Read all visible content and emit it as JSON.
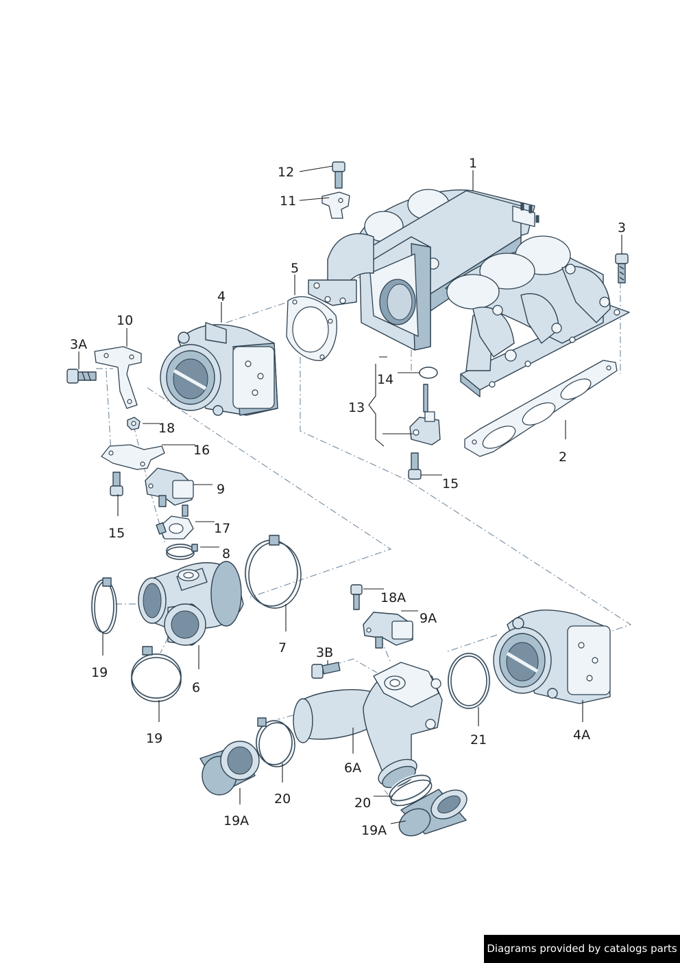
{
  "diagram": {
    "callouts": [
      {
        "id": "1",
        "text": "1"
      },
      {
        "id": "2",
        "text": "2"
      },
      {
        "id": "3",
        "text": "3"
      },
      {
        "id": "3A",
        "text": "3A"
      },
      {
        "id": "3B",
        "text": "3B"
      },
      {
        "id": "4",
        "text": "4"
      },
      {
        "id": "4A",
        "text": "4A"
      },
      {
        "id": "5",
        "text": "5"
      },
      {
        "id": "6",
        "text": "6"
      },
      {
        "id": "6A",
        "text": "6A"
      },
      {
        "id": "7",
        "text": "7"
      },
      {
        "id": "8",
        "text": "8"
      },
      {
        "id": "9",
        "text": "9"
      },
      {
        "id": "9A",
        "text": "9A"
      },
      {
        "id": "10",
        "text": "10"
      },
      {
        "id": "11",
        "text": "11"
      },
      {
        "id": "12",
        "text": "12"
      },
      {
        "id": "13",
        "text": "13"
      },
      {
        "id": "14",
        "text": "14"
      },
      {
        "id": "15a",
        "text": "15"
      },
      {
        "id": "15b",
        "text": "15"
      },
      {
        "id": "16",
        "text": "16"
      },
      {
        "id": "17",
        "text": "17"
      },
      {
        "id": "18",
        "text": "18"
      },
      {
        "id": "18A",
        "text": "18A"
      },
      {
        "id": "19a",
        "text": "19"
      },
      {
        "id": "19b",
        "text": "19"
      },
      {
        "id": "19A_a",
        "text": "19A"
      },
      {
        "id": "19A_b",
        "text": "19A"
      },
      {
        "id": "20a",
        "text": "20"
      },
      {
        "id": "20b",
        "text": "20"
      },
      {
        "id": "21",
        "text": "21"
      }
    ],
    "parts": [
      {
        "key": "intake-manifold",
        "icon": "intake-manifold-icon"
      },
      {
        "key": "manifold-gasket",
        "icon": "gasket-icon"
      },
      {
        "key": "bolts",
        "icon": "bolt-icon"
      },
      {
        "key": "throttle-body",
        "icon": "throttle-body-icon"
      },
      {
        "key": "throttle-gasket",
        "icon": "gasket-icon"
      },
      {
        "key": "intake-pipe",
        "icon": "pipe-icon"
      },
      {
        "key": "hose-clamps",
        "icon": "clamp-icon"
      },
      {
        "key": "o-rings",
        "icon": "o-ring-icon"
      },
      {
        "key": "pressure-sensor",
        "icon": "sensor-icon"
      },
      {
        "key": "temperature-sender",
        "icon": "sender-icon"
      },
      {
        "key": "brackets",
        "icon": "bracket-icon"
      },
      {
        "key": "filter-sleeves",
        "icon": "filter-sleeve-icon"
      }
    ],
    "colors": {
      "part_fill": "#d4e1ea",
      "part_shade": "#a9bfcd",
      "line": "#2f4150",
      "dash_line": "#7d93a8",
      "text": "#1a1a1a"
    }
  },
  "footer": {
    "credit": "Diagrams provided by catalogs parts"
  }
}
